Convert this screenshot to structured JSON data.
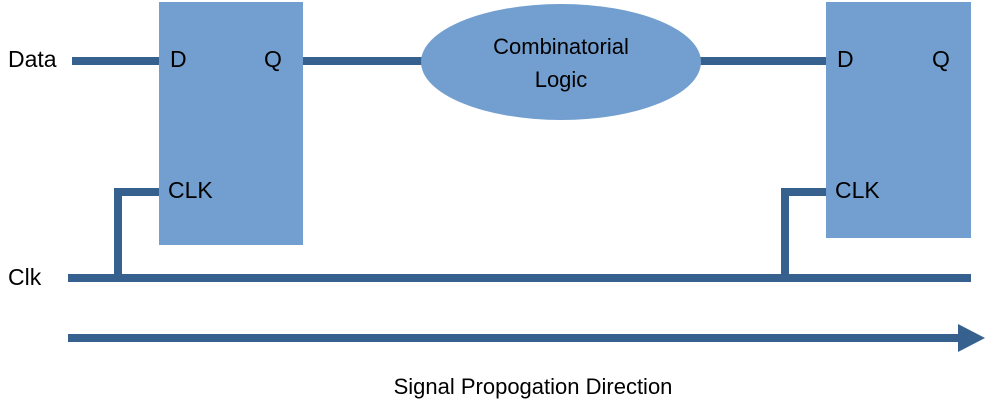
{
  "diagram": {
    "title": "Signal Propogation  Direction",
    "colors": {
      "block_fill": "#729fcf",
      "wire": "#36618e",
      "text": "#000000",
      "background": "#ffffff"
    },
    "signals": {
      "data_label": "Data",
      "clock_label": "Clk"
    },
    "flipflops": [
      {
        "name": "left-flip-flop",
        "d_label": "D",
        "q_label": "Q",
        "clk_label": "CLK"
      },
      {
        "name": "right-flip-flop",
        "d_label": "D",
        "q_label": "Q",
        "clk_label": "CLK"
      }
    ],
    "logic_block": {
      "name": "combinatorial-logic",
      "line1": "Combinatorial",
      "line2": "Logic"
    },
    "caption": "Signal Propogation  Direction"
  }
}
